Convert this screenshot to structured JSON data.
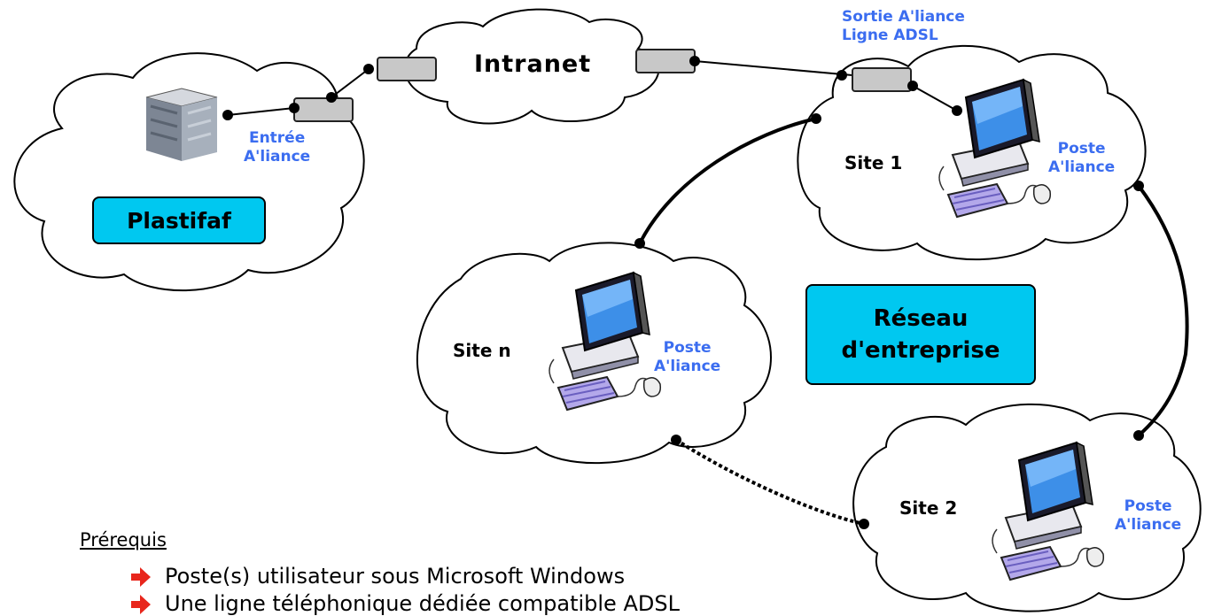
{
  "clouds": {
    "intranet": "Intranet",
    "site1": "Site 1",
    "site2": "Site 2",
    "siten": "Site n"
  },
  "boxes": {
    "plastifaf": "Plastifaf",
    "reseau_line1": "Réseau",
    "reseau_line2": "d'entreprise"
  },
  "labels": {
    "entree_line1": "Entrée",
    "entree_line2": "A'liance",
    "sortie_line1": "Sortie A'liance",
    "sortie_line2": "Ligne ADSL",
    "poste_line1": "Poste",
    "poste_line2": "A'liance"
  },
  "prerequis": {
    "title": "Prérequis",
    "items": [
      "Poste(s) utilisateur sous Microsoft Windows",
      "Une ligne téléphonique dédiée compatible ADSL"
    ]
  },
  "colors": {
    "label_blue": "#3b6df0",
    "box_fill": "#00c8f0",
    "bullet_red": "#e8261c"
  },
  "icons": [
    "server-icon",
    "computer-icon",
    "arrow-bullet-icon"
  ]
}
